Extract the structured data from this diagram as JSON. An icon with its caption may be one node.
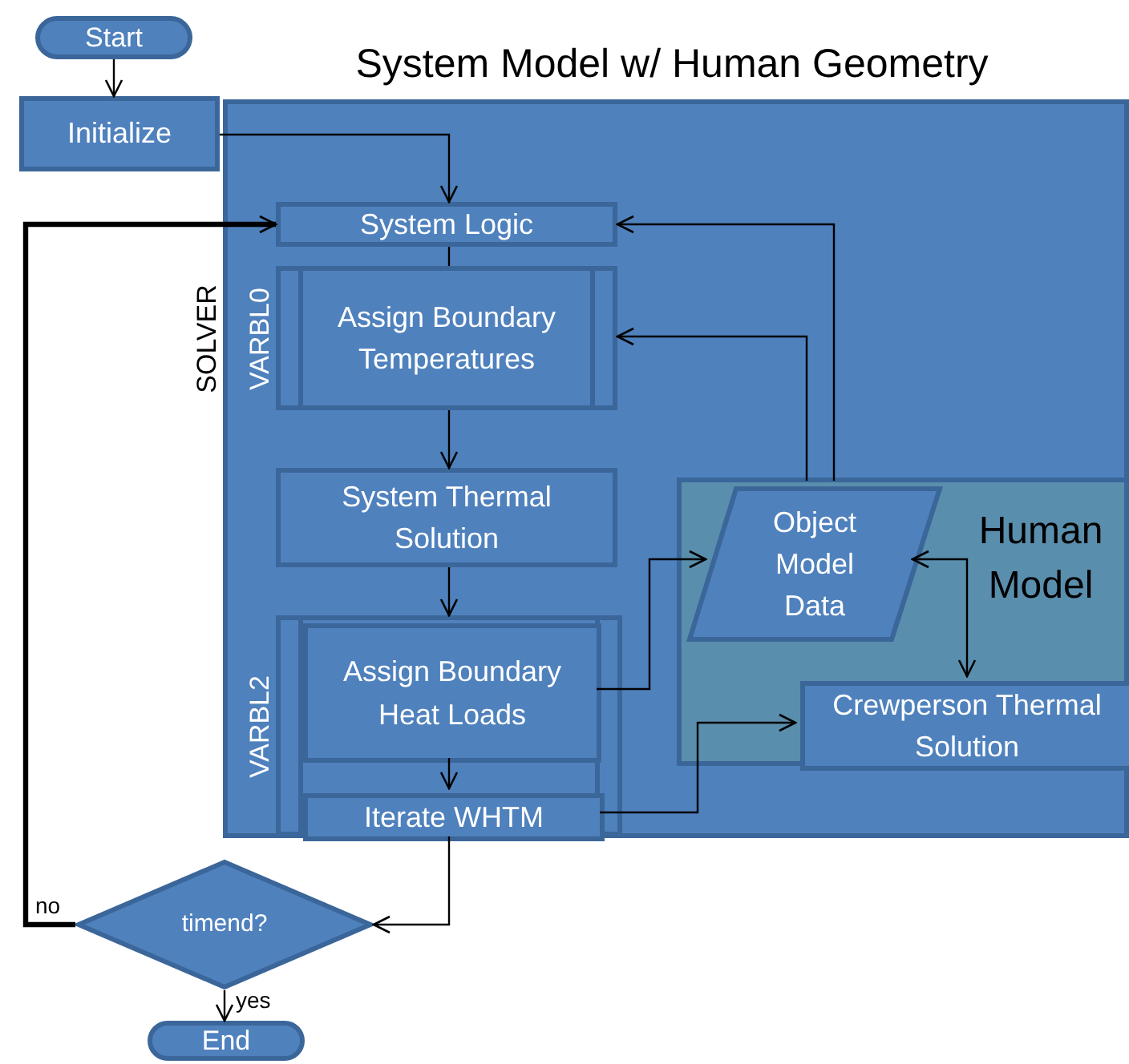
{
  "diagram": {
    "nodes": [
      {
        "text": [
          "Start"
        ]
      },
      {
        "text": [
          "Initialize"
        ]
      },
      {
        "text": [
          "System Model w/ Human Geometry"
        ]
      },
      {
        "text": [
          "System Logic"
        ],
        "in": 2
      },
      {
        "text": [
          "Assign Boundary Temperatures"
        ],
        "in": 2,
        "beside": [
          "VARBL0"
        ]
      },
      {
        "text": [
          "System Thermal Solution"
        ],
        "in": 2
      },
      {
        "text": [],
        "shape": "box",
        "in": 2,
        "beside": [
          "VARBL2"
        ]
      },
      {
        "text": [
          "Assign Boundary Heat Loads"
        ],
        "in": 6
      },
      {
        "text": [
          "Iterate WHTM"
        ],
        "in": 6
      },
      {
        "text": [
          "Human Model"
        ],
        "in": 2
      },
      {
        "text": [
          "Object Model Data"
        ],
        "in": 9
      },
      {
        "text": [
          "Crewperson Thermal Solution"
        ],
        "in": 9
      },
      {
        "text": [
          "timend?"
        ]
      },
      {
        "text": [
          "End"
        ]
      }
    ],
    "edges": [
      {
        "from": 0,
        "to": 1,
        "arrow": "to"
      },
      {
        "from": 1,
        "to": 3,
        "arrow": "to"
      },
      {
        "from": 3,
        "to": 4,
        "arrow": "none"
      },
      {
        "from": 4,
        "to": 5,
        "arrow": "to"
      },
      {
        "from": 5,
        "to": 6,
        "arrow": "to"
      },
      {
        "from": 7,
        "to": 8,
        "arrow": "to"
      },
      {
        "from": 7,
        "to": 10,
        "arrow": "to"
      },
      {
        "from": 10,
        "to": 3,
        "arrow": "to"
      },
      {
        "from": 10,
        "to": 4,
        "arrow": "to"
      },
      {
        "from": 10,
        "to": 11,
        "arrow": "both"
      },
      {
        "from": 8,
        "to": 11,
        "arrow": "to"
      },
      {
        "from": 8,
        "to": 12,
        "arrow": "to"
      },
      {
        "from": 12,
        "to": 3,
        "arrow": "to",
        "label": "no",
        "style": "thick"
      },
      {
        "from": 12,
        "to": 13,
        "arrow": "to",
        "label": "yes"
      }
    ],
    "labels": [
      "SOLVER"
    ]
  }
}
